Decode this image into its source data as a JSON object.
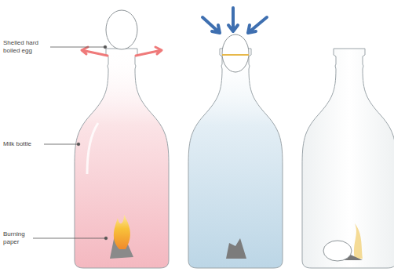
{
  "diagram": {
    "labels": [
      "Shelled hard boiled egg",
      "Milk bottle",
      "Burning paper"
    ]
  }
}
